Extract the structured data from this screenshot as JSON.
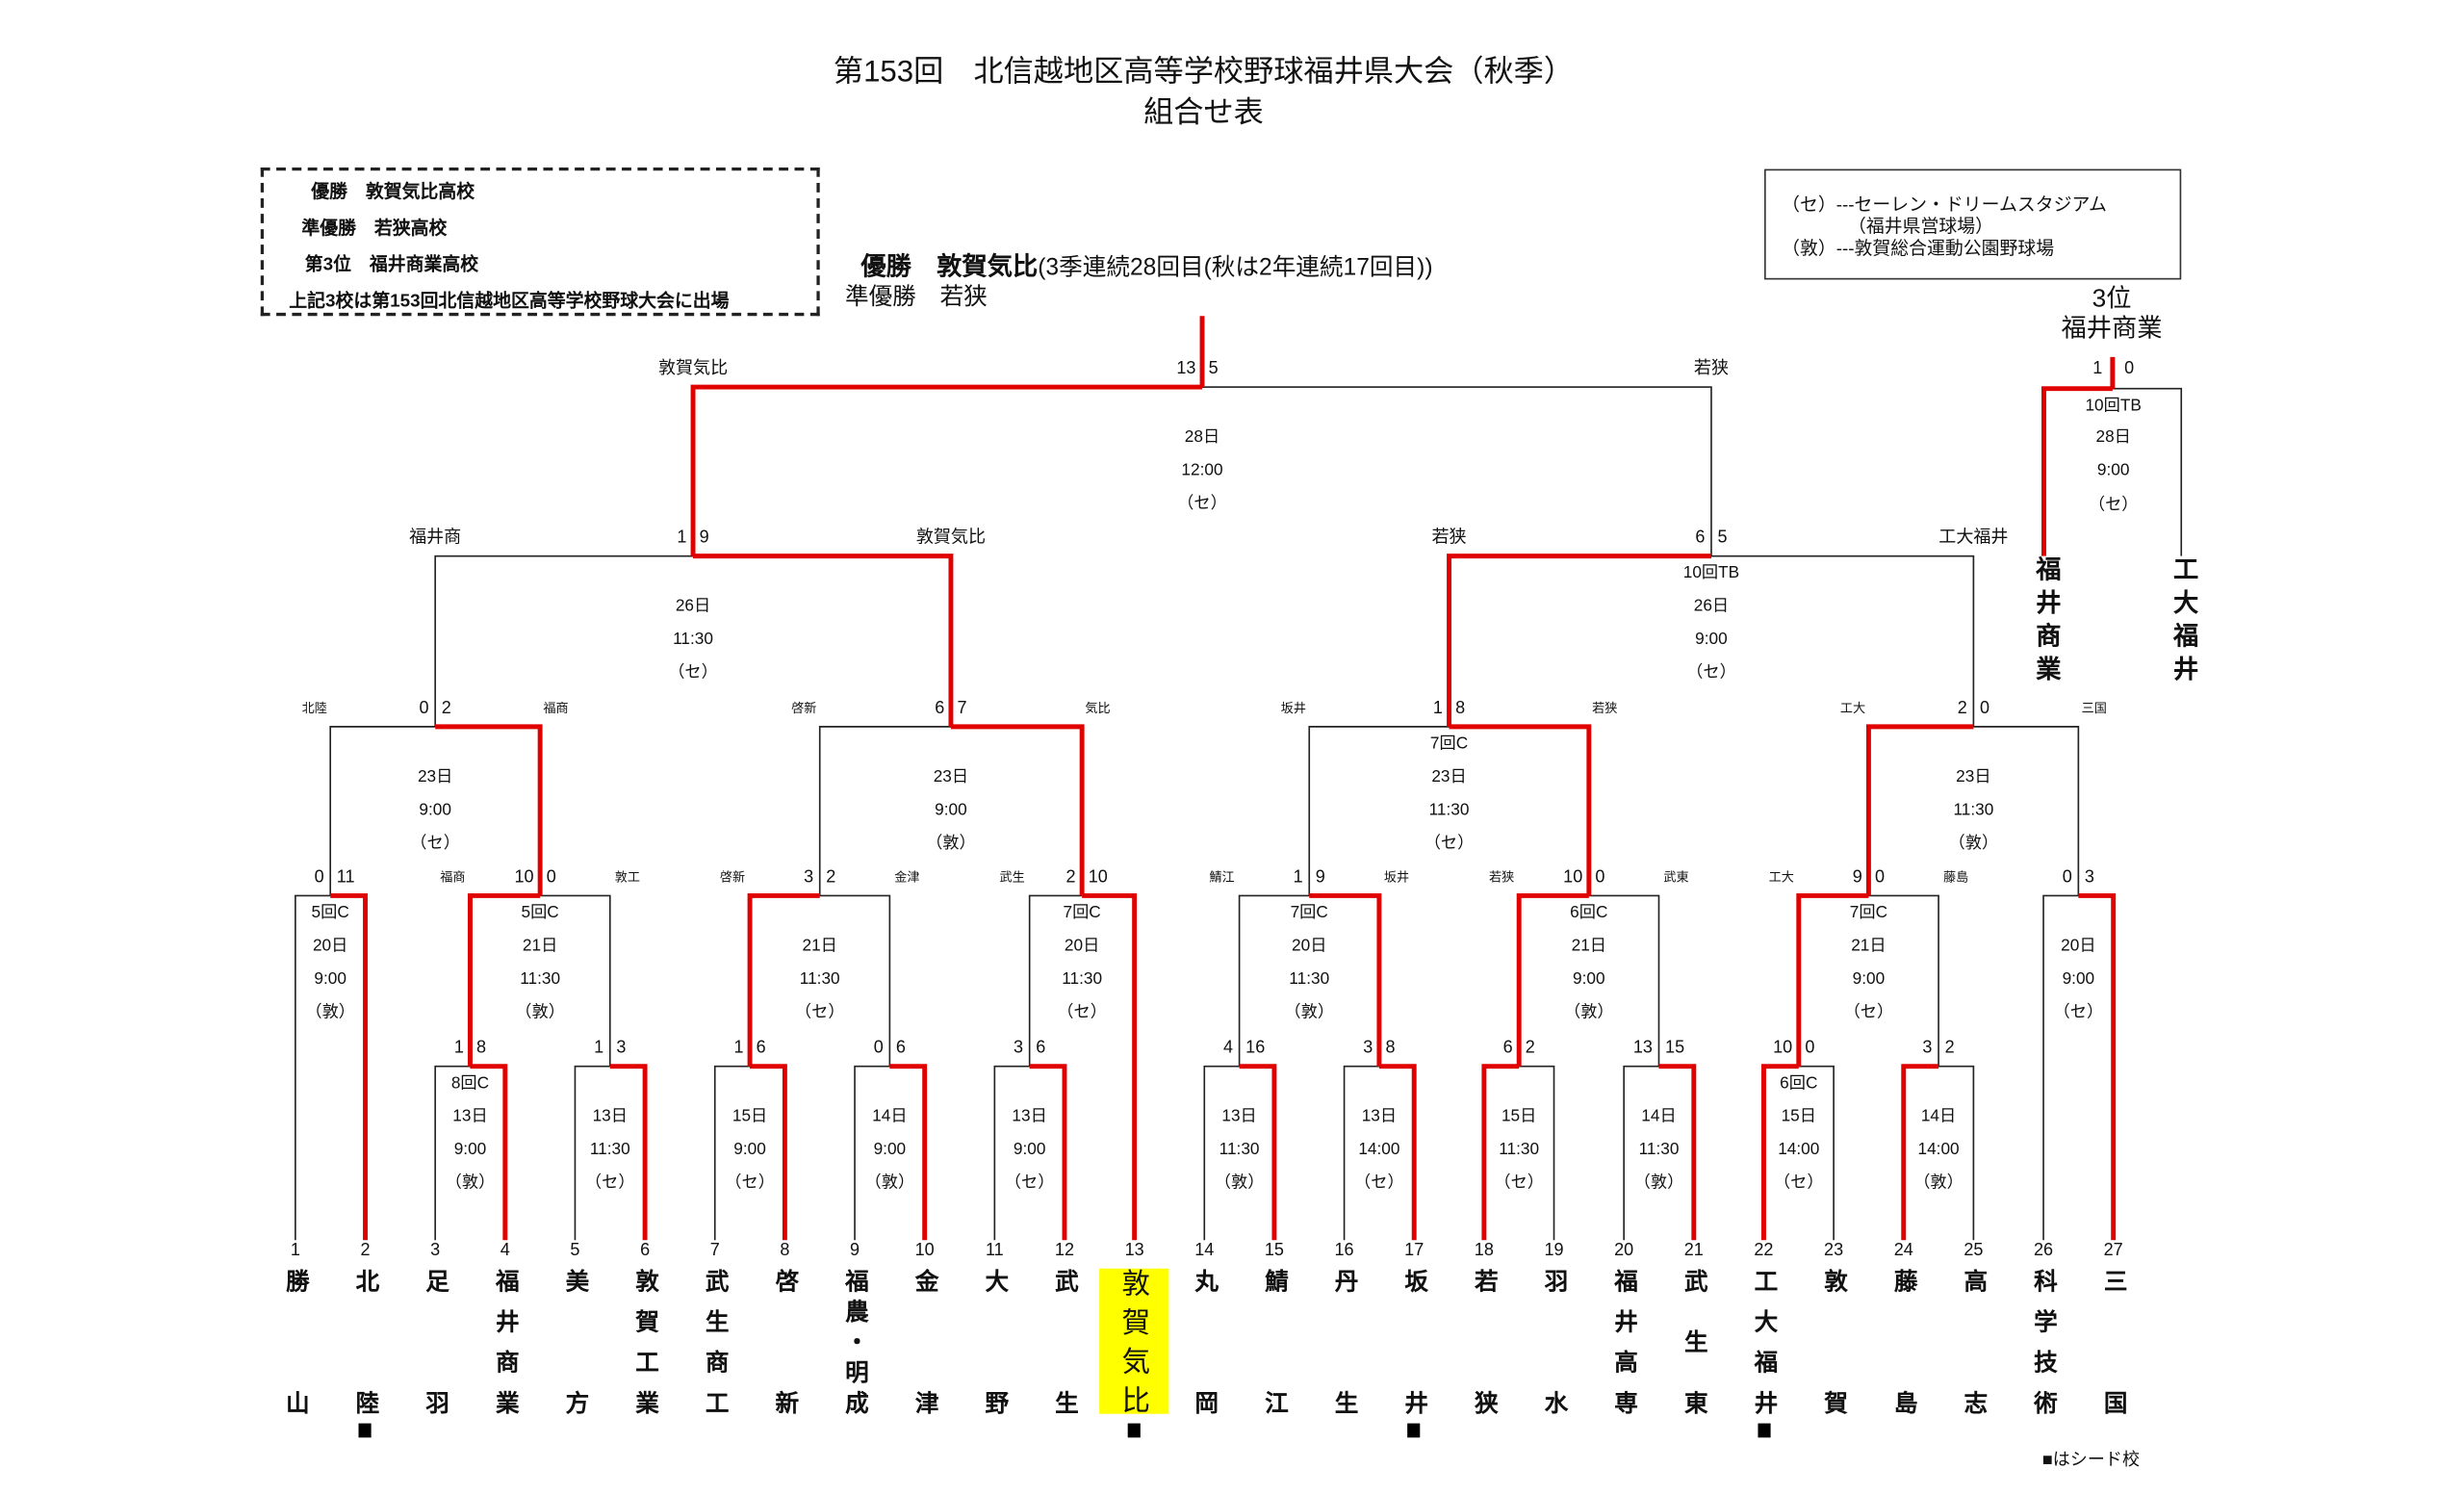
{
  "header": {
    "title": "第153回　北信越地区高等学校野球福井県大会（秋季）",
    "subtitle": "組合せ表"
  },
  "result_box": [
    {
      "label": "優勝",
      "school": "敦賀気比高校"
    },
    {
      "label": "準優勝",
      "school": "若狭高校"
    },
    {
      "label": "第3位",
      "school": "福井商業高校"
    },
    {
      "label": "",
      "school": "上記3校は第153回北信越地区高等学校野球大会に出場"
    }
  ],
  "champion": {
    "label": "優勝",
    "school": "敦賀気比",
    "detail": "(3季連続28回目(秋は2年連続17回目))",
    "runner_up_label": "準優勝",
    "runner_up": "若狭"
  },
  "venues": {
    "line1": "（セ）---セーレン・ドリームスタジアム",
    "line2": "（福井県営球場）",
    "line3": "（敦）---敦賀総合運動公園野球場"
  },
  "third_place": {
    "label": "3位",
    "school": "福井商業",
    "left": "福井商業",
    "right": "工大福井",
    "scores": [
      "1",
      "0"
    ],
    "winner": "left",
    "note": "10回TB",
    "date": "28日",
    "time": "9:00",
    "venue": "（セ）"
  },
  "colors": {
    "win_line": "#e00000",
    "line": "#222222",
    "highlight": "#ffff00"
  },
  "teams": [
    {
      "no": "1",
      "name": "勝山",
      "seed": false
    },
    {
      "no": "2",
      "name": "北陸",
      "seed": true
    },
    {
      "no": "3",
      "name": "足羽",
      "seed": false
    },
    {
      "no": "4",
      "name": "福井商業",
      "seed": false
    },
    {
      "no": "5",
      "name": "美方",
      "seed": false
    },
    {
      "no": "6",
      "name": "敦賀工業",
      "seed": false
    },
    {
      "no": "7",
      "name": "武生商工",
      "seed": false
    },
    {
      "no": "8",
      "name": "啓新",
      "seed": false
    },
    {
      "no": "9",
      "name": "福農・明成",
      "seed": false
    },
    {
      "no": "10",
      "name": "金津",
      "seed": false
    },
    {
      "no": "11",
      "name": "大野",
      "seed": false
    },
    {
      "no": "12",
      "name": "武生",
      "seed": false
    },
    {
      "no": "13",
      "name": "敦賀気比",
      "seed": true,
      "champion": true
    },
    {
      "no": "14",
      "name": "丸岡",
      "seed": false
    },
    {
      "no": "15",
      "name": "鯖江",
      "seed": false
    },
    {
      "no": "16",
      "name": "丹生",
      "seed": false
    },
    {
      "no": "17",
      "name": "坂井",
      "seed": true
    },
    {
      "no": "18",
      "name": "若狭",
      "seed": false
    },
    {
      "no": "19",
      "name": "羽水",
      "seed": false
    },
    {
      "no": "20",
      "name": "福井高専",
      "seed": false
    },
    {
      "no": "21",
      "name": "武生東",
      "seed": false
    },
    {
      "no": "22",
      "name": "工大福井",
      "seed": true
    },
    {
      "no": "23",
      "name": "敦賀",
      "seed": false
    },
    {
      "no": "24",
      "name": "藤島",
      "seed": false
    },
    {
      "no": "25",
      "name": "高志",
      "seed": false
    },
    {
      "no": "26",
      "name": "科学技術",
      "seed": false
    },
    {
      "no": "27",
      "name": "三国",
      "seed": false
    }
  ],
  "matches": [
    {
      "id": "r1a",
      "round": 1,
      "left": "t3",
      "right": "t4",
      "scores": [
        "1",
        "8"
      ],
      "winner": "right",
      "labels": [
        "",
        ""
      ],
      "note": "8回C",
      "date": "13日",
      "time": "9:00",
      "venue": "（敦）"
    },
    {
      "id": "r1b",
      "round": 1,
      "left": "t5",
      "right": "t6",
      "scores": [
        "1",
        "3"
      ],
      "winner": "right",
      "labels": [
        "",
        ""
      ],
      "note": "",
      "date": "13日",
      "time": "11:30",
      "venue": "（セ）"
    },
    {
      "id": "r1c",
      "round": 1,
      "left": "t7",
      "right": "t8",
      "scores": [
        "1",
        "6"
      ],
      "winner": "right",
      "labels": [
        "",
        ""
      ],
      "note": "",
      "date": "15日",
      "time": "9:00",
      "venue": "（セ）"
    },
    {
      "id": "r1d",
      "round": 1,
      "left": "t9",
      "right": "t10",
      "scores": [
        "0",
        "6"
      ],
      "winner": "right",
      "labels": [
        "",
        ""
      ],
      "note": "",
      "date": "14日",
      "time": "9:00",
      "venue": "（敦）"
    },
    {
      "id": "r1e",
      "round": 1,
      "left": "t11",
      "right": "t12",
      "scores": [
        "3",
        "6"
      ],
      "winner": "right",
      "labels": [
        "",
        ""
      ],
      "note": "",
      "date": "13日",
      "time": "9:00",
      "venue": "（セ）"
    },
    {
      "id": "r1f",
      "round": 1,
      "left": "t14",
      "right": "t15",
      "scores": [
        "4",
        "16"
      ],
      "winner": "right",
      "labels": [
        "",
        ""
      ],
      "note": "",
      "date": "13日",
      "time": "11:30",
      "venue": "（敦）"
    },
    {
      "id": "r1g",
      "round": 1,
      "left": "t16",
      "right": "t17",
      "scores": [
        "3",
        "8"
      ],
      "winner": "right",
      "labels": [
        "",
        ""
      ],
      "note": "",
      "date": "13日",
      "time": "14:00",
      "venue": "（セ）"
    },
    {
      "id": "r1h",
      "round": 1,
      "left": "t18",
      "right": "t19",
      "scores": [
        "6",
        "2"
      ],
      "winner": "left",
      "labels": [
        "",
        ""
      ],
      "note": "",
      "date": "15日",
      "time": "11:30",
      "venue": "（セ）"
    },
    {
      "id": "r1i",
      "round": 1,
      "left": "t20",
      "right": "t21",
      "scores": [
        "13",
        "15"
      ],
      "winner": "right",
      "labels": [
        "",
        ""
      ],
      "note": "",
      "date": "14日",
      "time": "11:30",
      "venue": "（敦）"
    },
    {
      "id": "r1j",
      "round": 1,
      "left": "t22",
      "right": "t23",
      "scores": [
        "10",
        "0"
      ],
      "winner": "left",
      "labels": [
        "",
        ""
      ],
      "note": "6回C",
      "date": "15日",
      "time": "14:00",
      "venue": "（セ）"
    },
    {
      "id": "r1k",
      "round": 1,
      "left": "t24",
      "right": "t25",
      "scores": [
        "3",
        "2"
      ],
      "winner": "left",
      "labels": [
        "",
        ""
      ],
      "note": "",
      "date": "14日",
      "time": "14:00",
      "venue": "（敦）"
    },
    {
      "id": "r2a",
      "round": 2,
      "left": "t1",
      "right": "t2",
      "scores": [
        "0",
        "11"
      ],
      "winner": "right",
      "labels": [
        "",
        ""
      ],
      "note": "5回C",
      "date": "20日",
      "time": "9:00",
      "venue": "（敦）"
    },
    {
      "id": "r2b",
      "round": 2,
      "left": "r1a",
      "right": "r1b",
      "scores": [
        "10",
        "0"
      ],
      "winner": "left",
      "labels": [
        "福商",
        "敦工"
      ],
      "note": "5回C",
      "date": "21日",
      "time": "11:30",
      "venue": "（敦）"
    },
    {
      "id": "r2c",
      "round": 2,
      "left": "r1c",
      "right": "r1d",
      "scores": [
        "3",
        "2"
      ],
      "winner": "left",
      "labels": [
        "啓新",
        "金津"
      ],
      "note": "",
      "date": "21日",
      "time": "11:30",
      "venue": "（セ）"
    },
    {
      "id": "r2d",
      "round": 2,
      "left": "r1e",
      "right": "t13",
      "scores": [
        "2",
        "10"
      ],
      "winner": "right",
      "labels": [
        "武生",
        ""
      ],
      "note": "7回C",
      "date": "20日",
      "time": "11:30",
      "venue": "（セ）"
    },
    {
      "id": "r2e",
      "round": 2,
      "left": "r1f",
      "right": "r1g",
      "scores": [
        "1",
        "9"
      ],
      "winner": "right",
      "labels": [
        "鯖江",
        "坂井"
      ],
      "note": "7回C",
      "date": "20日",
      "time": "11:30",
      "venue": "（敦）"
    },
    {
      "id": "r2f",
      "round": 2,
      "left": "r1h",
      "right": "r1i",
      "scores": [
        "10",
        "0"
      ],
      "winner": "left",
      "labels": [
        "若狭",
        "武東"
      ],
      "note": "6回C",
      "date": "21日",
      "time": "9:00",
      "venue": "（敦）"
    },
    {
      "id": "r2g",
      "round": 2,
      "left": "r1j",
      "right": "r1k",
      "scores": [
        "9",
        "0"
      ],
      "winner": "left",
      "labels": [
        "工大",
        "藤島"
      ],
      "note": "7回C",
      "date": "21日",
      "time": "9:00",
      "venue": "（セ）"
    },
    {
      "id": "r2h",
      "round": 2,
      "left": "t26",
      "right": "t27",
      "scores": [
        "0",
        "3"
      ],
      "winner": "right",
      "labels": [
        "",
        ""
      ],
      "note": "",
      "date": "20日",
      "time": "9:00",
      "venue": "（セ）"
    },
    {
      "id": "r3a",
      "round": 3,
      "left": "r2a",
      "right": "r2b",
      "scores": [
        "0",
        "2"
      ],
      "winner": "right",
      "labels": [
        "北陸",
        "福商"
      ],
      "note": "",
      "date": "23日",
      "time": "9:00",
      "venue": "（セ）"
    },
    {
      "id": "r3b",
      "round": 3,
      "left": "r2c",
      "right": "r2d",
      "scores": [
        "6",
        "7"
      ],
      "winner": "right",
      "labels": [
        "啓新",
        "気比"
      ],
      "note": "",
      "date": "23日",
      "time": "9:00",
      "venue": "（敦）"
    },
    {
      "id": "r3c",
      "round": 3,
      "left": "r2e",
      "right": "r2f",
      "scores": [
        "1",
        "8"
      ],
      "winner": "right",
      "labels": [
        "坂井",
        "若狭"
      ],
      "note": "7回C",
      "date": "23日",
      "time": "11:30",
      "venue": "（セ）"
    },
    {
      "id": "r3d",
      "round": 3,
      "left": "r2g",
      "right": "r2h",
      "scores": [
        "2",
        "0"
      ],
      "winner": "left",
      "labels": [
        "工大",
        "三国"
      ],
      "note": "",
      "date": "23日",
      "time": "11:30",
      "venue": "（敦）"
    },
    {
      "id": "r4a",
      "round": 4,
      "left": "r3a",
      "right": "r3b",
      "scores": [
        "1",
        "9"
      ],
      "winner": "right",
      "labels": [
        "福井商",
        "敦賀気比"
      ],
      "note": "",
      "date": "26日",
      "time": "11:30",
      "venue": "（セ）"
    },
    {
      "id": "r4b",
      "round": 4,
      "left": "r3c",
      "right": "r3d",
      "scores": [
        "6",
        "5"
      ],
      "winner": "left",
      "labels": [
        "若狭",
        "工大福井"
      ],
      "note": "10回TB",
      "date": "26日",
      "time": "9:00",
      "venue": "（セ）"
    },
    {
      "id": "r5",
      "round": 5,
      "left": "r4a",
      "right": "r4b",
      "scores": [
        "13",
        "5"
      ],
      "winner": "left",
      "labels": [
        "敦賀気比",
        "若狭"
      ],
      "note": "",
      "date": "28日",
      "time": "12:00",
      "venue": "（セ）"
    }
  ],
  "footer": {
    "seed_legend": "■はシード校"
  }
}
